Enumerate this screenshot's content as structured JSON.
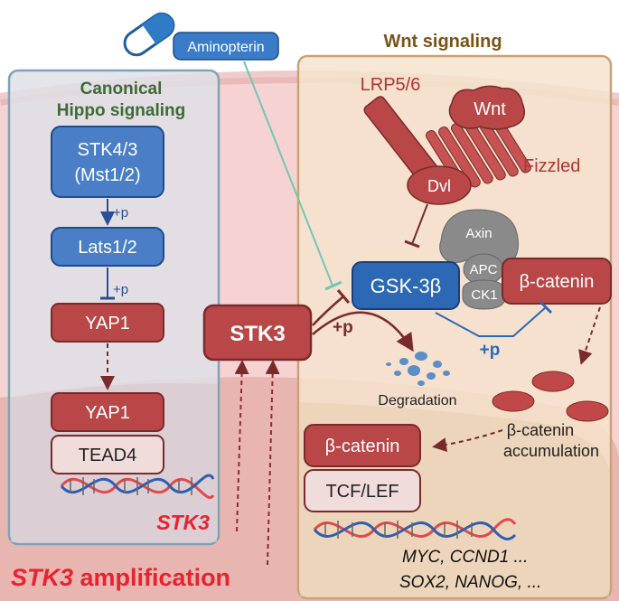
{
  "drug": {
    "label": "Aminopterin"
  },
  "hippo": {
    "title_line1": "Canonical",
    "title_line2": "Hippo signaling",
    "stk43_line1": "STK4/3",
    "stk43_line2": "(Mst1/2)",
    "phos1": "+p",
    "lats": "Lats1/2",
    "phos2": "+p",
    "yap1_cytoplasm": "YAP1",
    "yap1_nucleus": "YAP1",
    "tead4": "TEAD4",
    "gene": "STK3"
  },
  "center": {
    "stk3": "STK3",
    "phos": "+p"
  },
  "wnt": {
    "title": "Wnt signaling",
    "lrp": "LRP5/6",
    "wnt": "Wnt",
    "fizzled": "Fizzled",
    "dvl": "Dvl",
    "axin": "Axin",
    "apc": "APC",
    "ck1": "CK1",
    "gsk3b": "GSK-3β",
    "beta_catenin": "β-catenin",
    "phos": "+p",
    "degradation": "Degradation",
    "accumulation_line1": "β-catenin",
    "accumulation_line2": "accumulation",
    "beta_catenin_nucleus": "β-catenin",
    "tcf_lef": "TCF/LEF",
    "targets_line1": "MYC, CCND1 ...",
    "targets_line2": "SOX2, NANOG, ..."
  },
  "bottom": {
    "amplification_gene": "STK3",
    "amplification_word": " amplification"
  },
  "colors": {
    "blue_node": "#4a7fc8",
    "red_node": "#b94747",
    "pink_node": "#f1dcdc",
    "hippo_title": "#3c6b35",
    "wnt_title": "#7a5416",
    "stk3_red": "#e8222e",
    "gsk_blue": "#2d68b4"
  }
}
